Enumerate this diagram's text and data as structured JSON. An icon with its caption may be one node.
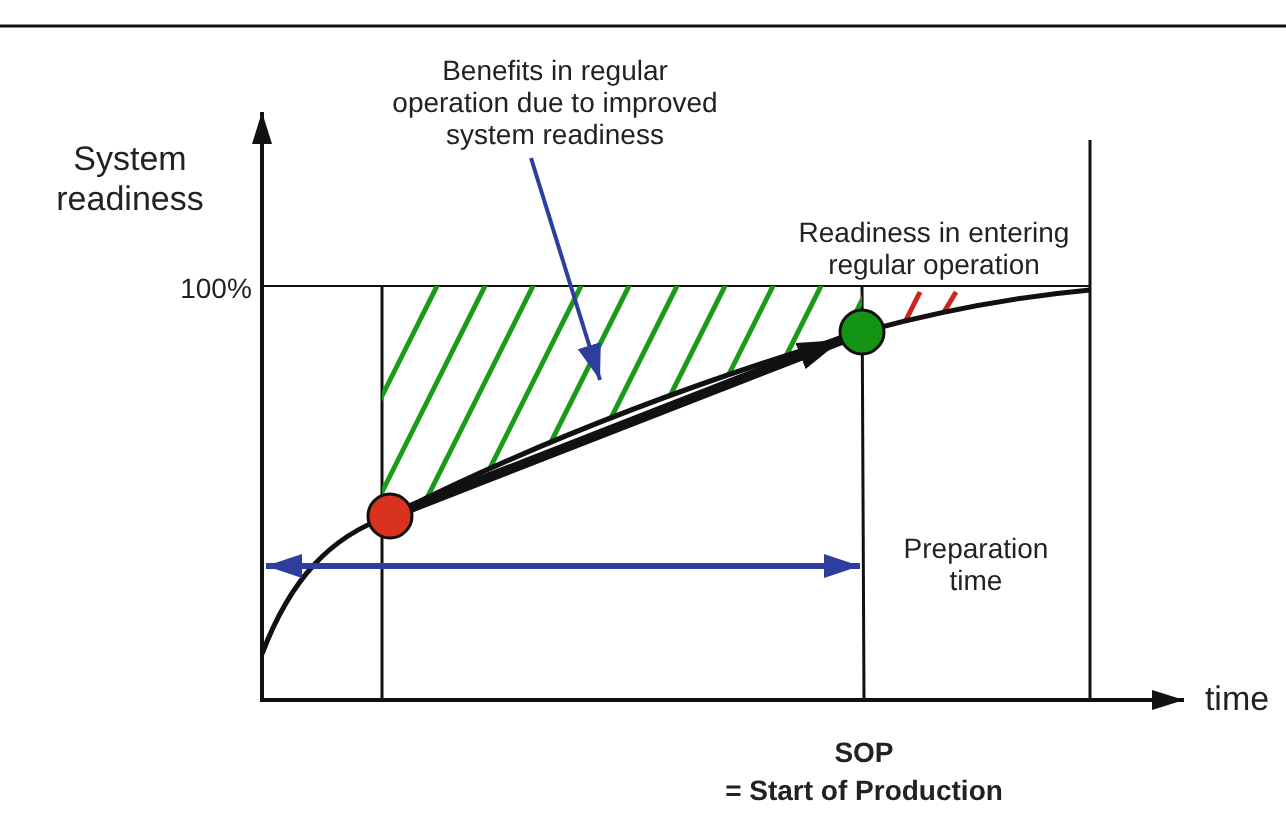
{
  "diagram": {
    "nodes": [
      {
        "text": [
          "Benefits in regular operation due to improved system readiness"
        ]
      },
      {
        "text": [],
        "shape": "circle"
      },
      {
        "text": [],
        "shape": "circle",
        "beside": [
          "Readiness in entering regular operation"
        ]
      }
    ],
    "edges": [
      {
        "from": 0,
        "to": null,
        "arrow": "to",
        "color": "#2e3e9e"
      },
      {
        "from": 1,
        "to": 2,
        "arrow": "to",
        "style": "thick",
        "color": "#111111"
      }
    ],
    "labels": [
      "System readiness",
      "100%",
      "Preparation time",
      "time",
      "SOP",
      "= Start of Production"
    ]
  }
}
